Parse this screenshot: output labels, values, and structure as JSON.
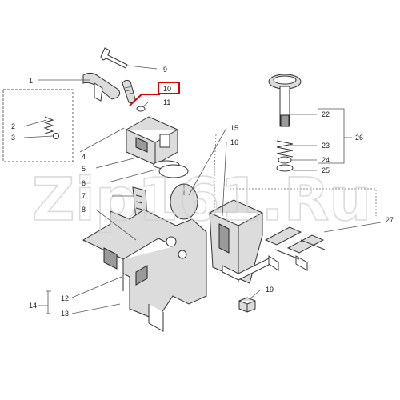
{
  "watermark": "Zip161.Ru",
  "labels": {
    "l1": "1",
    "l2": "2",
    "l3": "3",
    "l4": "4",
    "l5": "5",
    "l6": "6",
    "l7": "7",
    "l8": "8",
    "l9": "9",
    "l10": "10",
    "l11": "11",
    "l12": "12",
    "l13": "13",
    "l14": "14",
    "l15": "15",
    "l16": "16",
    "l19": "19",
    "l22": "22",
    "l23": "23",
    "l24": "24",
    "l25": "25",
    "l26": "26",
    "l27": "27"
  },
  "colors": {
    "highlight": "#e00000",
    "line": "#333333",
    "watermark": "#cfcfcf"
  }
}
